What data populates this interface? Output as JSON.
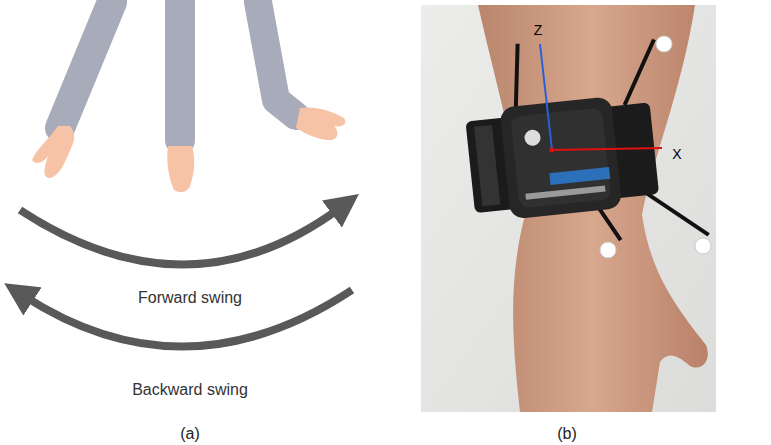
{
  "diagram": {
    "labels": [
      "Forward swing",
      "Backward swing",
      "(a)",
      "(b)",
      "Z",
      "X"
    ]
  }
}
